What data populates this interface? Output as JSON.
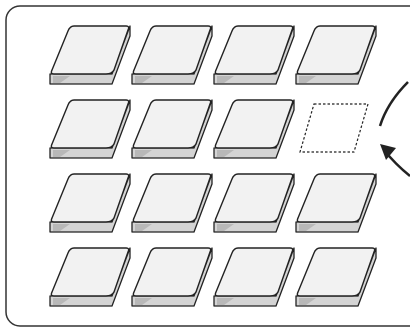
{
  "diagram": {
    "rows": 4,
    "columns": 4,
    "empty_slot": {
      "row": 2,
      "column": 4
    },
    "block_top_color": "#f2f2f2",
    "block_side_color": "#d4d4d4",
    "block_shade_color": "#b8b8b8",
    "outline_color": "#222222",
    "panel_border_color": "#333333",
    "arrow": {
      "direction": "counter-clockwise",
      "target": "empty-slot"
    }
  }
}
